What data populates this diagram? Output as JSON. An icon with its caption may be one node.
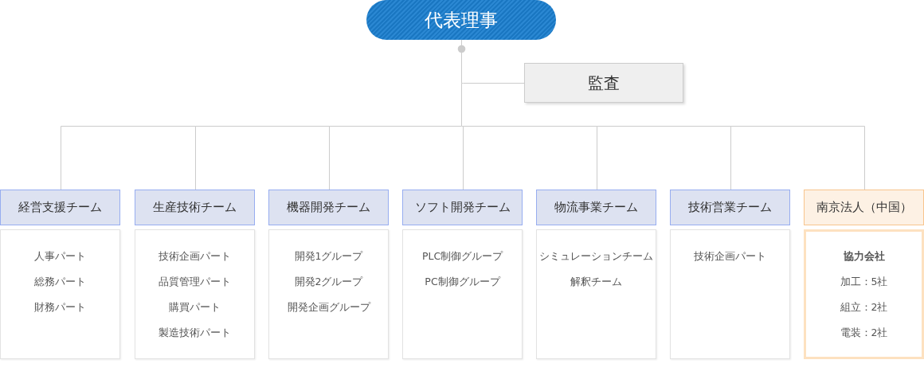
{
  "diagram": {
    "nodes": [
      {
        "text": [
          "代表理事"
        ]
      },
      {
        "text": [
          "監査"
        ]
      },
      {
        "text": [
          "経営支援チーム"
        ]
      },
      {
        "text": [
          "生産技術チーム"
        ]
      },
      {
        "text": [
          "機器開発チーム"
        ]
      },
      {
        "text": [
          "ソフト開発チーム"
        ]
      },
      {
        "text": [
          "物流事業チーム"
        ]
      },
      {
        "text": [
          "技術営業チーム"
        ]
      },
      {
        "text": [
          "南京法人（中国）"
        ]
      },
      {
        "text": [
          "人事パート",
          "総務パート",
          "財務パート"
        ]
      },
      {
        "text": [
          "技術企画パート",
          "品質管理パート",
          "購買パート",
          "製造技術パート"
        ]
      },
      {
        "text": [
          "開発1グループ",
          "開発2グループ",
          "開発企画グループ"
        ]
      },
      {
        "text": [
          "PLC制御グループ",
          "PC制御グループ"
        ]
      },
      {
        "text": [
          "シミュレーションチーム",
          "解釈チーム"
        ]
      },
      {
        "text": [
          "技術企画パート"
        ]
      },
      {
        "text": [
          "協力会社",
          "加工：5社",
          "組立：2社",
          "電装：2社"
        ]
      }
    ],
    "edges": [
      {
        "from": 0,
        "to": 1,
        "arrow": "other"
      },
      {
        "from": 0,
        "to": 2,
        "arrow": "other"
      },
      {
        "from": 0,
        "to": 3,
        "arrow": "other"
      },
      {
        "from": 0,
        "to": 4,
        "arrow": "other"
      },
      {
        "from": 0,
        "to": 5,
        "arrow": "other"
      },
      {
        "from": 0,
        "to": 6,
        "arrow": "other"
      },
      {
        "from": 0,
        "to": 7,
        "arrow": "other"
      },
      {
        "from": 0,
        "to": 8,
        "arrow": "other"
      }
    ]
  }
}
